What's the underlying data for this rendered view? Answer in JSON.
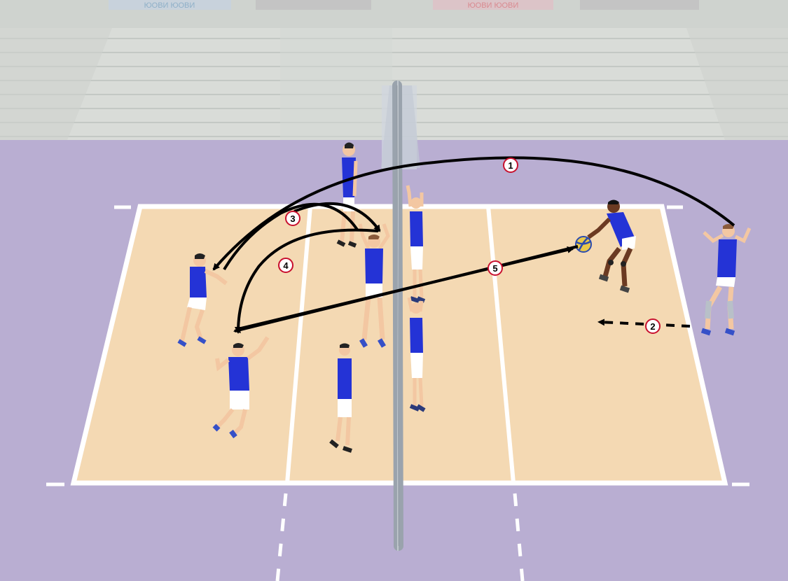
{
  "arena": {
    "banners": [
      {
        "text": "ЮОВИ ЮОВИ",
        "color": "#8fb0c8"
      },
      {
        "text": "",
        "color": "#b8b8b8"
      },
      {
        "text": "ЮОВИ ЮОВИ",
        "color": "#d98a90"
      },
      {
        "text": "",
        "color": "#b8b8b8"
      }
    ]
  },
  "colors": {
    "floor": "#b9aed2",
    "court": "#f4d9b3",
    "lines": "#ffffff",
    "jersey": "#2433d6",
    "shorts": "#ffffff",
    "skin": "#f3c7a2",
    "arrow": "#000000"
  },
  "steps": [
    {
      "id": "1",
      "label": "1",
      "style": "solid",
      "description_hidden": ""
    },
    {
      "id": "2",
      "label": "2",
      "style": "dashed"
    },
    {
      "id": "3",
      "label": "3",
      "style": "solid"
    },
    {
      "id": "4",
      "label": "4",
      "style": "solid"
    },
    {
      "id": "5",
      "label": "5",
      "style": "solid"
    }
  ],
  "players": [
    {
      "id": "p-left-hitter",
      "pose": "jumping"
    },
    {
      "id": "p-left-back",
      "pose": "jumping"
    },
    {
      "id": "p-middle-back",
      "pose": "standing"
    },
    {
      "id": "p-setter",
      "pose": "arms-up"
    },
    {
      "id": "p-blocker-top",
      "pose": "arms-up"
    },
    {
      "id": "p-blocker-bottom",
      "pose": "arms-up"
    },
    {
      "id": "p-bottom-middle",
      "pose": "standing"
    },
    {
      "id": "p-receiver",
      "pose": "forearm-pass"
    },
    {
      "id": "p-server",
      "pose": "serving"
    }
  ],
  "ball": {
    "colors": [
      "#e8c84a",
      "#2a4bb0"
    ]
  }
}
